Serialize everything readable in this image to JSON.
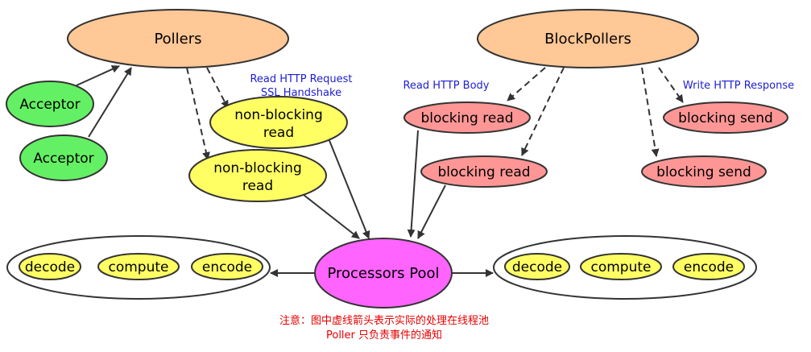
{
  "nodes": {
    "pollers": "Pollers",
    "block_pollers": "BlockPollers",
    "acceptor_1": "Acceptor",
    "acceptor_2": "Acceptor",
    "nb_read_1": [
      "non-blocking",
      "read"
    ],
    "nb_read_2": [
      "non-blocking",
      "read"
    ],
    "b_read_1": "blocking read",
    "b_read_2": "blocking read",
    "b_send_1": "blocking send",
    "b_send_2": "blocking send",
    "processors_pool": "Processors Pool",
    "left_group": [
      "decode",
      "compute",
      "encode"
    ],
    "right_group": [
      "decode",
      "compute",
      "encode"
    ]
  },
  "labels": {
    "read_http_request": "Read HTTP Request",
    "ssl_handshake": "SSL Handshake",
    "read_http_body": "Read HTTP Body",
    "write_http_response": "Write HTTP Response"
  },
  "note": {
    "line1": "注意：图中虚线箭头表示实际的处理在线程池",
    "line2": "Poller 只负责事件的通知"
  },
  "colors": {
    "poller": "#ffc896",
    "acceptor": "#64f064",
    "nonblocking": "#ffff64",
    "blocking": "#ff9696",
    "pool": "#ff64ff",
    "task": "#ffff64",
    "label": "#1e1ed2",
    "note": "#e60000"
  }
}
